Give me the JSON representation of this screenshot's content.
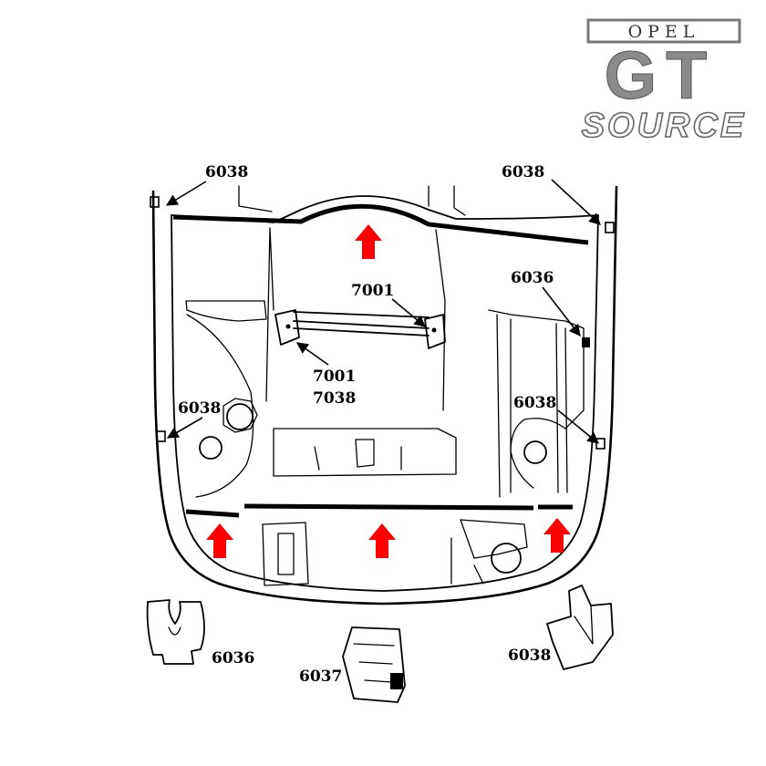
{
  "logo": {
    "brand": "OPEL",
    "model": "GT",
    "word": "SOURCE"
  },
  "labels": {
    "clip_top_left": "6038",
    "clip_top_right": "6038",
    "nut_right": "6036",
    "bracket_upper": "7001",
    "bracket_lower_a": "7001",
    "bracket_lower_b": "7038",
    "clip_mid_left": "6038",
    "clip_mid_right": "6038",
    "part_clip_nut": "6036",
    "part_seal_strip": "6037",
    "part_seal_clip": "6038"
  },
  "colors": {
    "arrow": "#ff0000",
    "line": "#000000",
    "logo_gray": "#8a8a8a"
  }
}
